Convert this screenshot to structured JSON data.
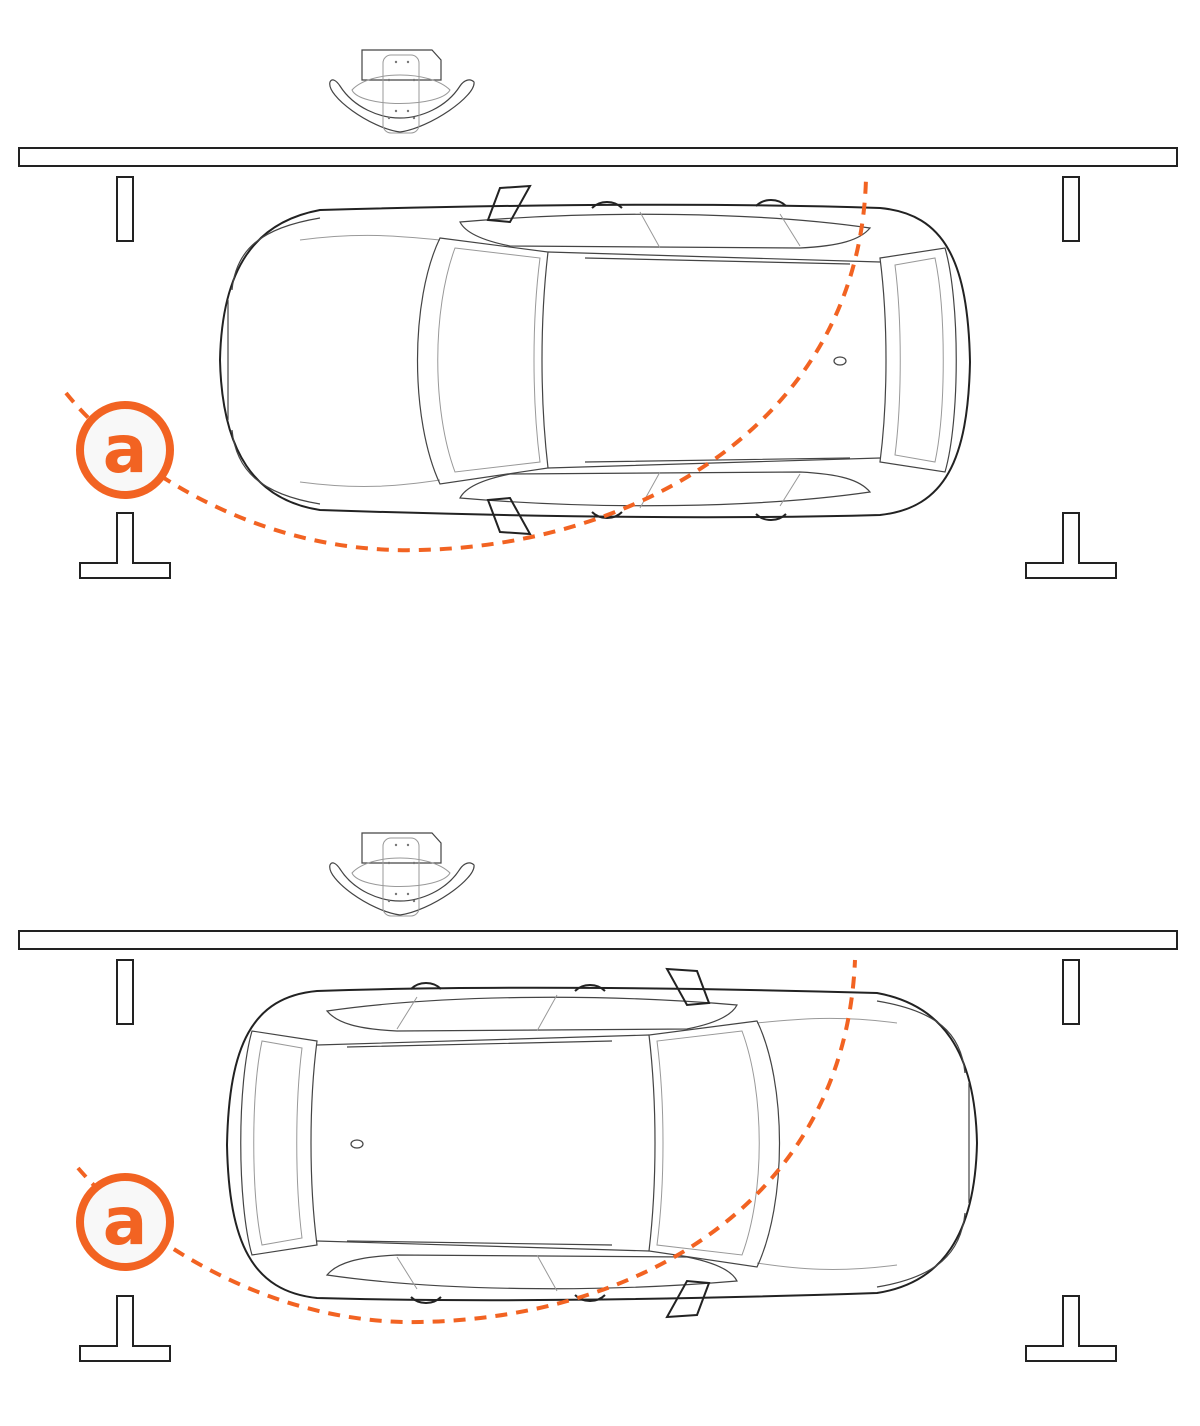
{
  "colors": {
    "accent": "#f26322",
    "line": "#222222",
    "badge_fill": "#f8f8f8"
  },
  "panels": [
    {
      "orientation": "front-left",
      "badge": {
        "label": "a"
      }
    },
    {
      "orientation": "front-right",
      "badge": {
        "label": "a"
      }
    }
  ]
}
